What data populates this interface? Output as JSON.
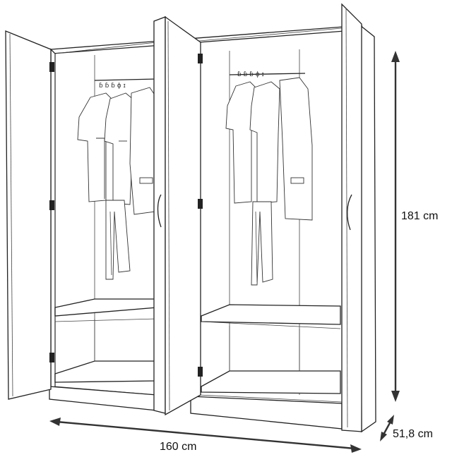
{
  "dimensions": {
    "height": "181 cm",
    "width": "160 cm",
    "depth": "51,8 cm"
  },
  "colors": {
    "line": "#222222",
    "arrow": "#333333",
    "background": "#ffffff"
  }
}
